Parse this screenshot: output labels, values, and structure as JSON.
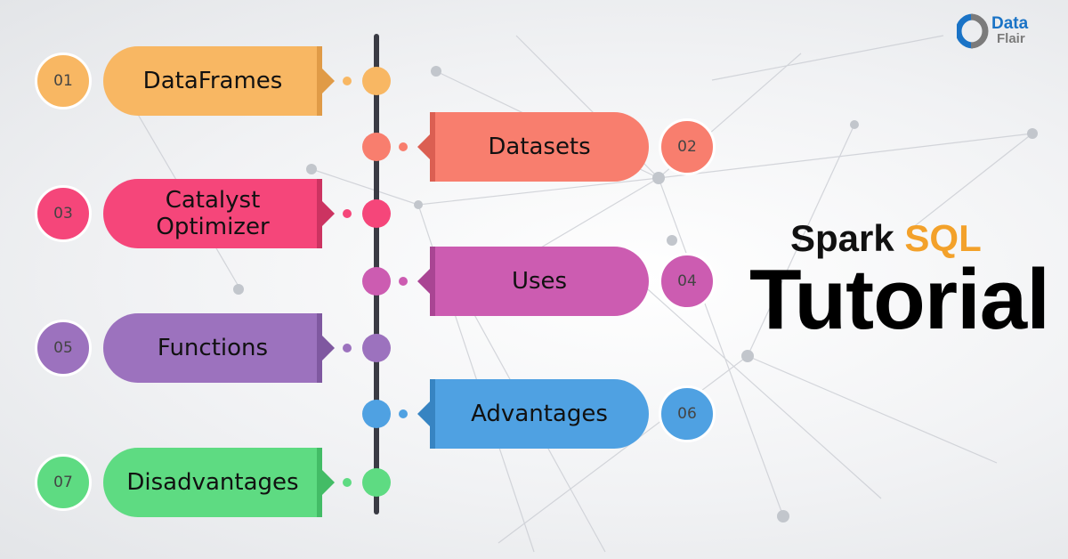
{
  "title": {
    "word1": "Spark",
    "word2": "SQL",
    "word3": "Tutorial",
    "accent_color": "#F3A12A"
  },
  "logo": {
    "line1": "Data",
    "line2": "Flair",
    "blue": "#1A73C6",
    "gray": "#7B7B7B"
  },
  "items": [
    {
      "number": "01",
      "label": "DataFrames",
      "side": "left",
      "color": "#F8B763",
      "dark": "#E09B47"
    },
    {
      "number": "02",
      "label": "Datasets",
      "side": "right",
      "color": "#F87E6E",
      "dark": "#DB5F52"
    },
    {
      "number": "03",
      "label": "Catalyst Optimizer",
      "side": "left",
      "color": "#F5467A",
      "dark": "#CC3361"
    },
    {
      "number": "04",
      "label": "Uses",
      "side": "right",
      "color": "#CC5CB1",
      "dark": "#A94593"
    },
    {
      "number": "05",
      "label": "Functions",
      "side": "left",
      "color": "#9C72BE",
      "dark": "#7F58A0"
    },
    {
      "number": "06",
      "label": "Advantages",
      "side": "right",
      "color": "#4FA1E2",
      "dark": "#3784C2"
    },
    {
      "number": "07",
      "label": "Disadvantages",
      "side": "left",
      "color": "#5EDB82",
      "dark": "#43BC66"
    }
  ]
}
